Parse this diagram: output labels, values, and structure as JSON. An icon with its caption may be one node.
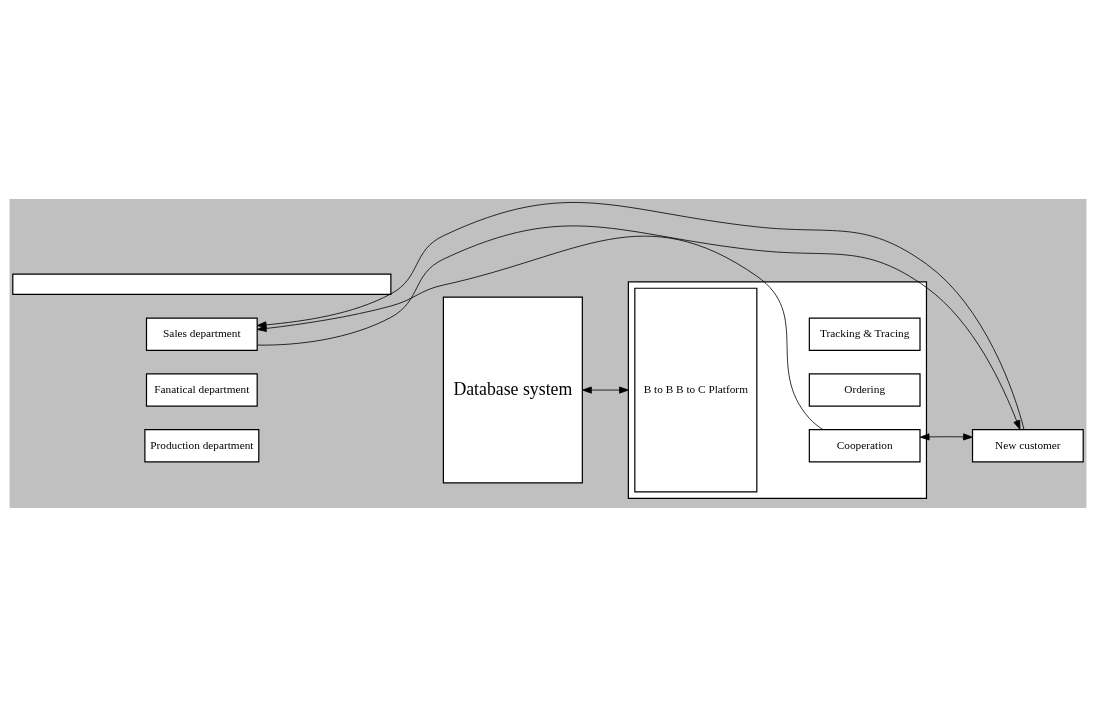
{
  "diagram": {
    "nodes": [
      {
        "text": [
          "New customer"
        ]
      },
      {
        "text": [],
        "shape": "box"
      },
      {
        "text": [
          "Sales department"
        ]
      },
      {
        "text": [
          "Fanatical department"
        ]
      },
      {
        "text": [
          "Production department"
        ]
      },
      {
        "text": [
          "Database system"
        ]
      },
      {
        "text": [],
        "shape": "box"
      },
      {
        "text": [
          "B to B B to C Platform"
        ],
        "in": 6
      },
      {
        "text": [
          "Cooperation"
        ],
        "in": 6
      },
      {
        "text": [
          "Ordering"
        ],
        "in": 6
      },
      {
        "text": [
          "Tracking & Tracing"
        ],
        "in": 6
      }
    ],
    "edges": [
      {
        "from": 0,
        "to": 8,
        "arrow": "both"
      },
      {
        "from": 8,
        "to": 2,
        "arrow": "to"
      },
      {
        "from": 2,
        "to": 0,
        "arrow": "to"
      },
      {
        "from": 0,
        "to": 2,
        "arrow": "to"
      },
      {
        "from": 5,
        "to": 6,
        "arrow": "both"
      }
    ]
  }
}
